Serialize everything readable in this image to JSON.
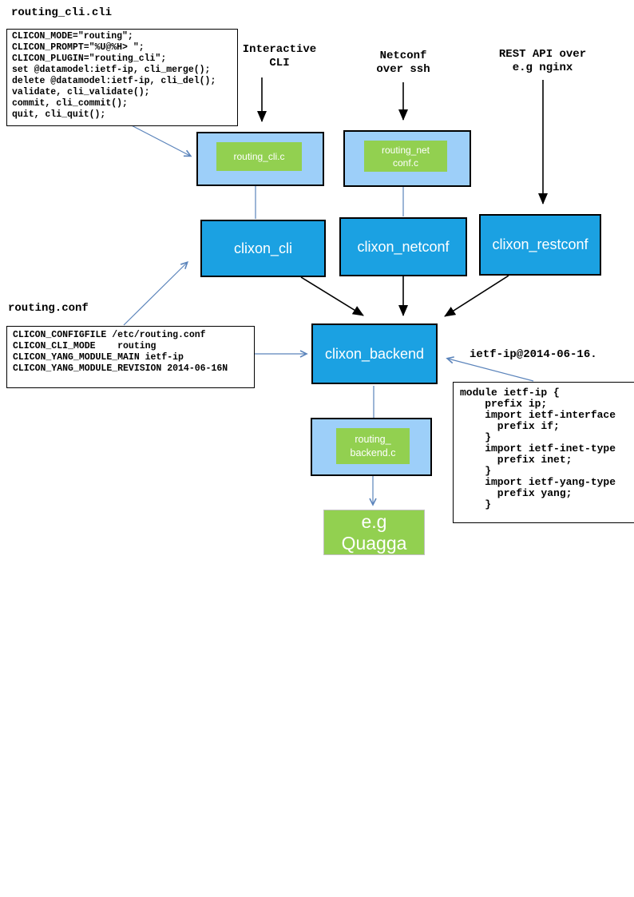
{
  "colors": {
    "node_blue": "#1BA1E2",
    "plugin_light_blue": "#9DCFF9",
    "green": "#92D050",
    "arrow_blue": "#5B84BB",
    "arrow_black": "#000000"
  },
  "cli_spec": {
    "title": "routing_cli.cli",
    "code": "CLICON_MODE=\"routing\";\nCLICON_PROMPT=\"%U@%H> \";\nCLICON_PLUGIN=\"routing_cli\";\nset @datamodel:ietf-ip, cli_merge();\ndelete @datamodel:ietf-ip, cli_del();\nvalidate, cli_validate();\ncommit, cli_commit();\nquit, cli_quit();"
  },
  "conf_spec": {
    "title": "routing.conf",
    "code": "CLICON_CONFIGFILE /etc/routing.conf\nCLICON_CLI_MODE    routing\nCLICON_YANG_MODULE_MAIN ietf-ip\nCLICON_YANG_MODULE_REVISION 2014-06-16N"
  },
  "yang_spec": {
    "label": "ietf-ip@2014-06-16.",
    "code": "module ietf-ip {\n    prefix ip;\n    import ietf-interface\n      prefix if;\n    }\n    import ietf-inet-type\n      prefix inet;\n    }\n    import ietf-yang-type\n      prefix yang;\n    }"
  },
  "labels": {
    "interactive_cli": "Interactive\nCLI",
    "netconf_ssh": "Netconf\nover ssh",
    "rest_api": "REST API over\ne.g nginx"
  },
  "nodes": {
    "routing_cli_c": "routing_cli.c",
    "routing_netconf_c": "routing_net\nconf.c",
    "clixon_cli": "clixon_cli",
    "clixon_netconf": "clixon_netconf",
    "clixon_restconf": "clixon_restconf",
    "clixon_backend": "clixon_backend",
    "routing_backend_c": "routing_\nbackend.c",
    "quagga": "e.g\nQuagga"
  }
}
